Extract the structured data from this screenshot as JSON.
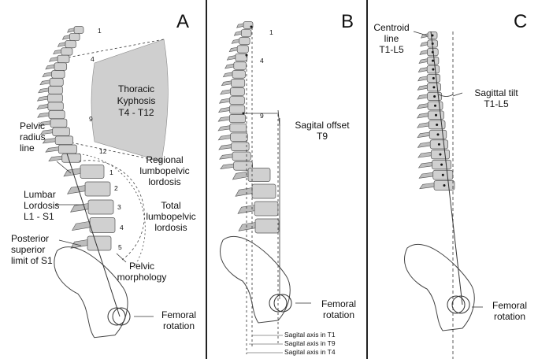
{
  "panels": [
    {
      "letter": "A",
      "vertebra_numbers": [
        "1",
        "4",
        "9",
        "12",
        "1",
        "2",
        "3",
        "4",
        "5"
      ],
      "labels": {
        "thoracic_kyphosis": [
          "Thoracic",
          "Kyphosis",
          "T4 - T12"
        ],
        "pelvic_radius": [
          "Pelvic",
          "radius",
          "line"
        ],
        "regional_lordosis": [
          "Regional",
          "lumbopelvic",
          "lordosis"
        ],
        "lumbar_lordosis": [
          "Lumbar",
          "Lordosis",
          "L1 - S1"
        ],
        "total_lordosis": [
          "Total",
          "lumbopelvic",
          "lordosis"
        ],
        "posterior_superior": [
          "Posterior",
          "superior",
          "limit of S1"
        ],
        "pelvic_morphology": [
          "Pelvic",
          "morphology"
        ],
        "femoral_rotation": [
          "Femoral",
          "rotation"
        ]
      }
    },
    {
      "letter": "B",
      "vertebra_numbers": [
        "1",
        "4",
        "9"
      ],
      "labels": {
        "sagital_offset": [
          "Sagital offset",
          "T9"
        ],
        "femoral_rotation": [
          "Femoral",
          "rotation"
        ],
        "axis_t1": "Sagital axis in T1",
        "axis_t9": "Sagital axis in T9",
        "axis_t4": "Sagital axis in T4"
      }
    },
    {
      "letter": "C",
      "labels": {
        "centroid_line": [
          "Centroid",
          "line",
          "T1-L5"
        ],
        "sagittal_tilt": [
          "Sagittal tilt",
          "T1-L5"
        ],
        "femoral_rotation": [
          "Femoral",
          "rotation"
        ]
      }
    }
  ],
  "colors": {
    "bone_fill": "#d0d0d0",
    "bone_stroke": "#555555",
    "wedge_fill": "#cfcfcf",
    "line": "#333333"
  }
}
